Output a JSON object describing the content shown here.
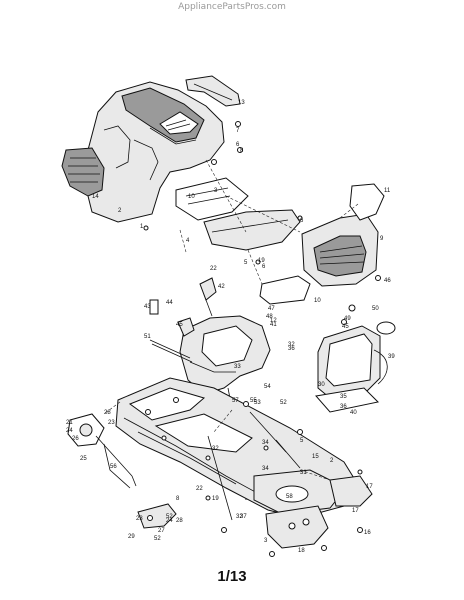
{
  "watermark": "AppliancePartsPros.com",
  "page_number": "1/13",
  "callouts": [
    "13",
    "7",
    "6",
    "8",
    "14",
    "2",
    "3",
    "10",
    "1",
    "4",
    "6",
    "11",
    "9",
    "5",
    "19",
    "6",
    "10",
    "46",
    "22",
    "42",
    "47",
    "48",
    "12",
    "41",
    "44",
    "43",
    "45",
    "51",
    "50",
    "49",
    "45",
    "39",
    "36",
    "32",
    "33",
    "53",
    "30",
    "35",
    "36",
    "40",
    "57",
    "54",
    "52",
    "55",
    "34",
    "5",
    "23",
    "24",
    "28",
    "21",
    "26",
    "25",
    "56",
    "37",
    "32",
    "22",
    "32",
    "2",
    "31",
    "34",
    "15",
    "17",
    "58",
    "19",
    "17",
    "52",
    "24",
    "8",
    "29",
    "28",
    "27",
    "23",
    "52",
    "3",
    "18",
    "16"
  ]
}
